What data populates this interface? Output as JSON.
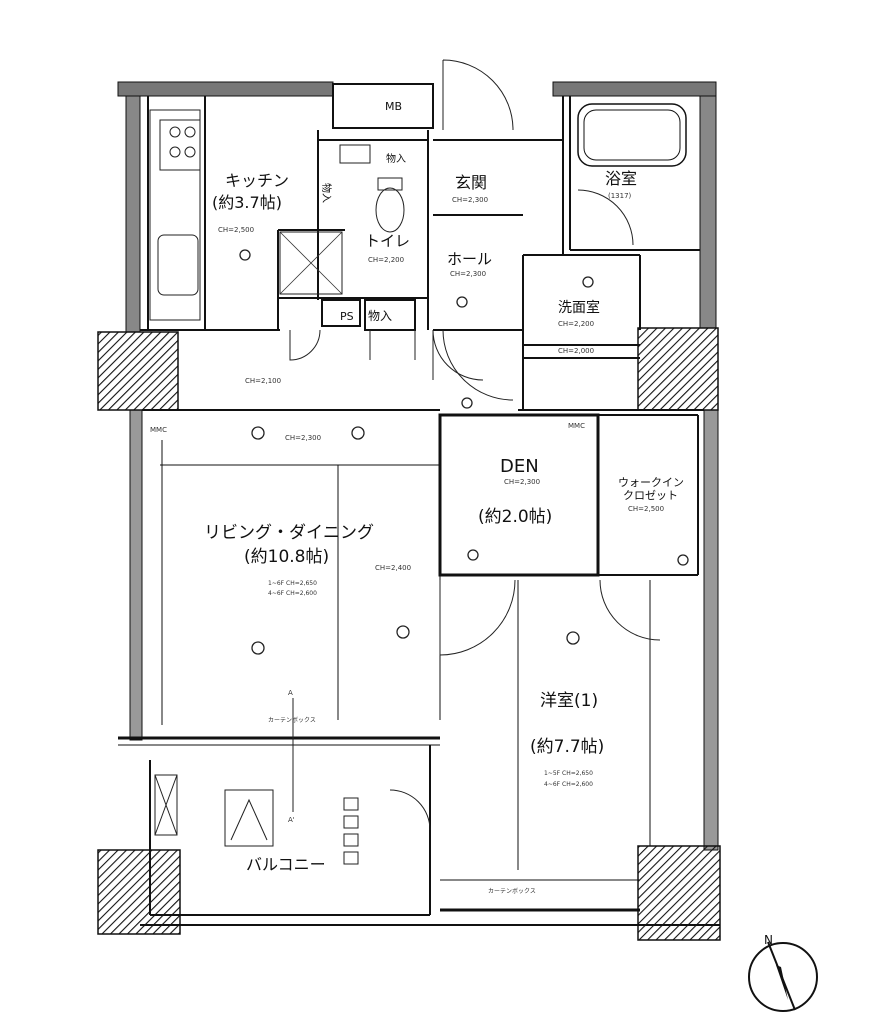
{
  "rooms": {
    "kitchen": {
      "name": "キッチン",
      "area": "(約3.7帖)",
      "ch": "CH=2,500"
    },
    "toilet": {
      "name": "トイレ",
      "ch": "CH=2,200"
    },
    "entrance": {
      "name": "玄関",
      "ch": "CH=2,300"
    },
    "hall": {
      "name": "ホール",
      "ch": "CH=2,300"
    },
    "bath": {
      "name": "浴室",
      "size": "(1317)"
    },
    "washroom": {
      "name": "洗面室",
      "ch": "CH=2,200",
      "ch2": "CH=2,000"
    },
    "corridor": {
      "ch": "CH=2,100"
    },
    "living": {
      "name": "リビング・ダイニング",
      "area": "(約10.8帖)",
      "ch1": "CH=2,300",
      "ch2": "CH=2,400",
      "floor_note1": "1~6F CH=2,650",
      "floor_note2": "4~6F CH=2,600"
    },
    "den": {
      "name": "DEN",
      "area": "(約2.0帖)",
      "ch": "CH=2,300"
    },
    "wic": {
      "name_line1": "ウォークイン",
      "name_line2": "クロゼット",
      "ch": "CH=2,500"
    },
    "western1": {
      "name": "洋室(1)",
      "area": "(約7.7帖)",
      "floor_note1": "1~5F CH=2,650",
      "floor_note2": "4~6F CH=2,600"
    },
    "balcony": {
      "name": "バルコニー"
    }
  },
  "labels": {
    "mb": "MB",
    "ps": "PS",
    "storage1": "物入",
    "storage2": "物入",
    "storage3": "物入",
    "mmc1": "MMC",
    "mmc2": "MMC",
    "curtain_box1": "カーテンボックス",
    "curtain_box2": "カーテンボックス",
    "section_a": "A",
    "section_a2": "A'",
    "compass_n": "N"
  }
}
